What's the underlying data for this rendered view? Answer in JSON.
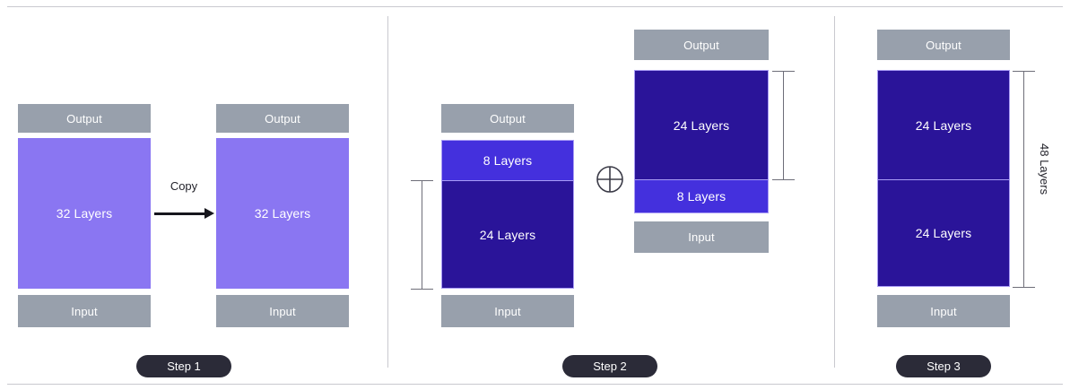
{
  "diagram": {
    "title_hidden": "",
    "palette": {
      "io_block": "#98a0ac",
      "light_violet": "#8a76f2",
      "mid_violet": "#4430dd",
      "deep_indigo": "#2a1499",
      "outline": "#a99cf5",
      "pill_bg": "#2b2b38",
      "rule": "#c9c9cf",
      "arrow": "#16161d",
      "bracket": "#6e6e79",
      "text_on_block": "#ffffff",
      "text_dark": "#24242c"
    },
    "labels": {
      "input": "Input",
      "output": "Output",
      "copy": "Copy"
    },
    "steps": [
      {
        "pill": "Step 1",
        "stacks": [
          {
            "name": "source-model",
            "top_label": "Output",
            "bottom_label": "Input",
            "blocks": [
              {
                "label": "32 Layers",
                "tone": "light"
              }
            ]
          },
          {
            "name": "copied-model",
            "top_label": "Output",
            "bottom_label": "Input",
            "blocks": [
              {
                "label": "32 Layers",
                "tone": "light"
              }
            ]
          }
        ],
        "annotation": "Copy"
      },
      {
        "pill": "Step 2",
        "operator": "plus-circle",
        "stacks": [
          {
            "name": "split-model-a",
            "top_label": "Output",
            "bottom_label": "Input",
            "blocks": [
              {
                "label": "8 Layers",
                "tone": "mid"
              },
              {
                "label": "24 Layers",
                "tone": "dark"
              }
            ],
            "bracket_label": ""
          },
          {
            "name": "split-model-b",
            "top_label": "Output",
            "bottom_label": "Input",
            "blocks": [
              {
                "label": "24 Layers",
                "tone": "dark"
              },
              {
                "label": "8 Layers",
                "tone": "mid"
              }
            ],
            "bracket_label": ""
          }
        ]
      },
      {
        "pill": "Step 3",
        "stacks": [
          {
            "name": "merged-model",
            "top_label": "Output",
            "bottom_label": "Input",
            "blocks": [
              {
                "label": "24 Layers",
                "tone": "dark"
              },
              {
                "label": "24 Layers",
                "tone": "dark"
              }
            ],
            "bracket_label": "48 Layers"
          }
        ]
      }
    ]
  }
}
